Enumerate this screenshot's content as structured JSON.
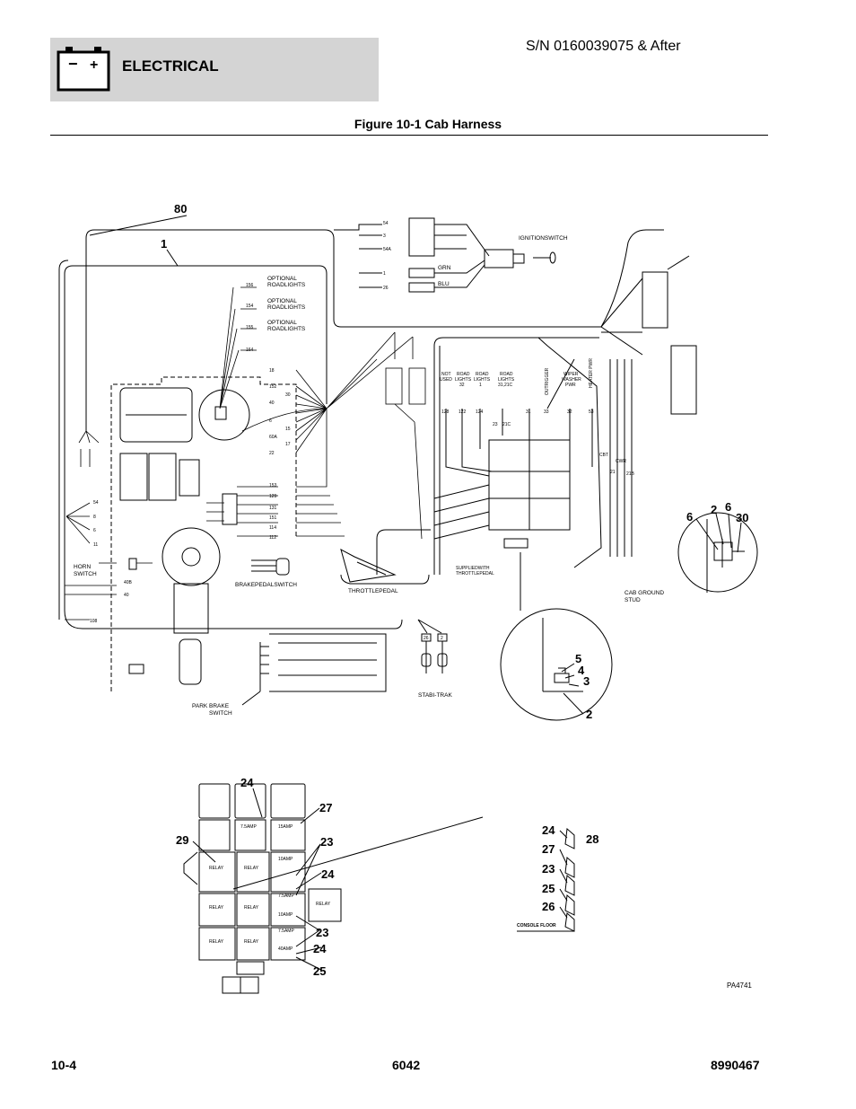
{
  "header": {
    "section": "ELECTRICAL",
    "serial": "S/N 0160039075 & After",
    "battery_minus": "−",
    "battery_plus": "+"
  },
  "figure": {
    "title": "Figure 10-1 Cab Harness",
    "ref": "PA4741"
  },
  "callouts": {
    "c80": "80",
    "c1": "1",
    "c6a": "6",
    "c2a": "2",
    "c6b": "6",
    "c30": "30",
    "c5": "5",
    "c4": "4",
    "c3": "3",
    "c2b": "2",
    "c24a": "24",
    "c27a": "27",
    "c29": "29",
    "c23a": "23",
    "c24b": "24",
    "c23b": "23",
    "c24c": "24",
    "c25a": "25",
    "c24d": "24",
    "c28": "28",
    "c27b": "27",
    "c23c": "23",
    "c25b": "25",
    "c26": "26"
  },
  "labels": {
    "ignition": "IGNITIONSWITCH",
    "grn": "GRN",
    "blu": "BLU",
    "opt1": "OPTIONAL",
    "road1": "ROADLIGHTS",
    "opt2": "OPTIONAL",
    "road2": "ROADLIGHTS",
    "opt3": "OPTIONAL",
    "road3": "ROADLIGHTS",
    "horn1": "HORN",
    "horn2": "SWITCH",
    "brake": "BRAKEPEDALSWITCH",
    "throttle": "THROTTLEPEDAL",
    "supplied1": "SUPPLIEDWITH",
    "supplied2": "THROTTLEPEDAL",
    "stabitrak": "STABI-TRAK",
    "parkbrake1": "PARK BRAKE",
    "parkbrake2": "SWITCH",
    "cabground1": "CAB GROUND",
    "cabground2": "STUD",
    "notused1": "NOT",
    "notused2": "USED",
    "road32a": "ROAD",
    "road32b": "LIGHTS",
    "road32c": "32",
    "road1a": "ROAD",
    "road1b": "LIGHTS",
    "road1c": "1",
    "road31a": "ROAD",
    "road31b": "LIGHTS",
    "road31c": "31,21C",
    "outrigger": "OUTRIGGER",
    "wiper1": "WIPER",
    "wiper2": "WASHER",
    "wiper3": "PWR",
    "heater": "HEATER PWR",
    "console": "CONSOLE FLOOR"
  },
  "wire_tags": {
    "top": [
      "54",
      "3",
      "54A",
      "1",
      "26"
    ],
    "opt": [
      "156",
      "154",
      "155",
      "164"
    ],
    "mid": [
      "18",
      "152",
      "30",
      "40",
      "6",
      "15",
      "60A",
      "17",
      "22"
    ],
    "lower": [
      "153",
      "129",
      "131",
      "151",
      "114",
      "112"
    ],
    "left": [
      "54",
      "8",
      "6",
      "11"
    ],
    "horn": [
      "40B",
      "40",
      "108"
    ],
    "rowtags": [
      "128",
      "122",
      "124",
      "23",
      "21C",
      "31",
      "33",
      "32",
      "53"
    ],
    "side": [
      "CBT",
      "CWR",
      "21",
      "21B"
    ],
    "stabi": [
      "26",
      "2"
    ]
  },
  "fuse_labels": {
    "f1": "7.5AMP",
    "f2": "15AMP",
    "f3": "10AMP",
    "f4": "7.5AMP",
    "f5": "10AMP",
    "f6": "7.5AMP",
    "f7": "40AMP",
    "relay": "RELAY"
  },
  "footer": {
    "left": "10-4",
    "center": "6042",
    "right": "8990467"
  }
}
